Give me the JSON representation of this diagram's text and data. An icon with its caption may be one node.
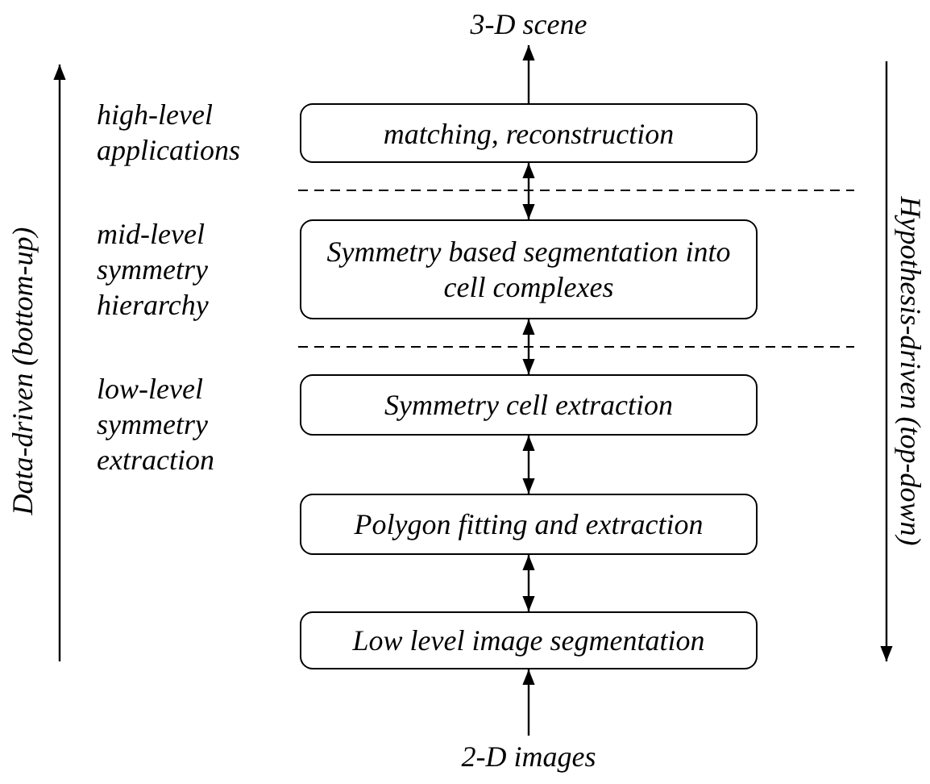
{
  "diagram": {
    "nodes": [
      {
        "text": [
          "3-D scene"
        ]
      },
      {
        "text": [
          "matching, reconstruction"
        ]
      },
      {
        "text": [
          "Symmetry based segmentation into cell complexes"
        ]
      },
      {
        "text": [
          "Symmetry cell extraction"
        ]
      },
      {
        "text": [
          "Polygon fitting and extraction"
        ]
      },
      {
        "text": [
          "Low level image segmentation"
        ]
      },
      {
        "text": [
          "2-D images"
        ]
      }
    ],
    "edges": [
      {
        "from": 1,
        "to": 0,
        "arrow": "to"
      },
      {
        "from": 1,
        "to": 2,
        "arrow": "both"
      },
      {
        "from": 2,
        "to": 3,
        "arrow": "both"
      },
      {
        "from": 3,
        "to": 4,
        "arrow": "both"
      },
      {
        "from": 4,
        "to": 5,
        "arrow": "both"
      },
      {
        "from": 6,
        "to": 5,
        "arrow": "to"
      }
    ],
    "labels": [
      "high-level applications",
      "mid-level symmetry hierarchy",
      "low-level symmetry extraction",
      "Data-driven (bottom-up)",
      "Hypothesis-driven (top-down)"
    ]
  }
}
